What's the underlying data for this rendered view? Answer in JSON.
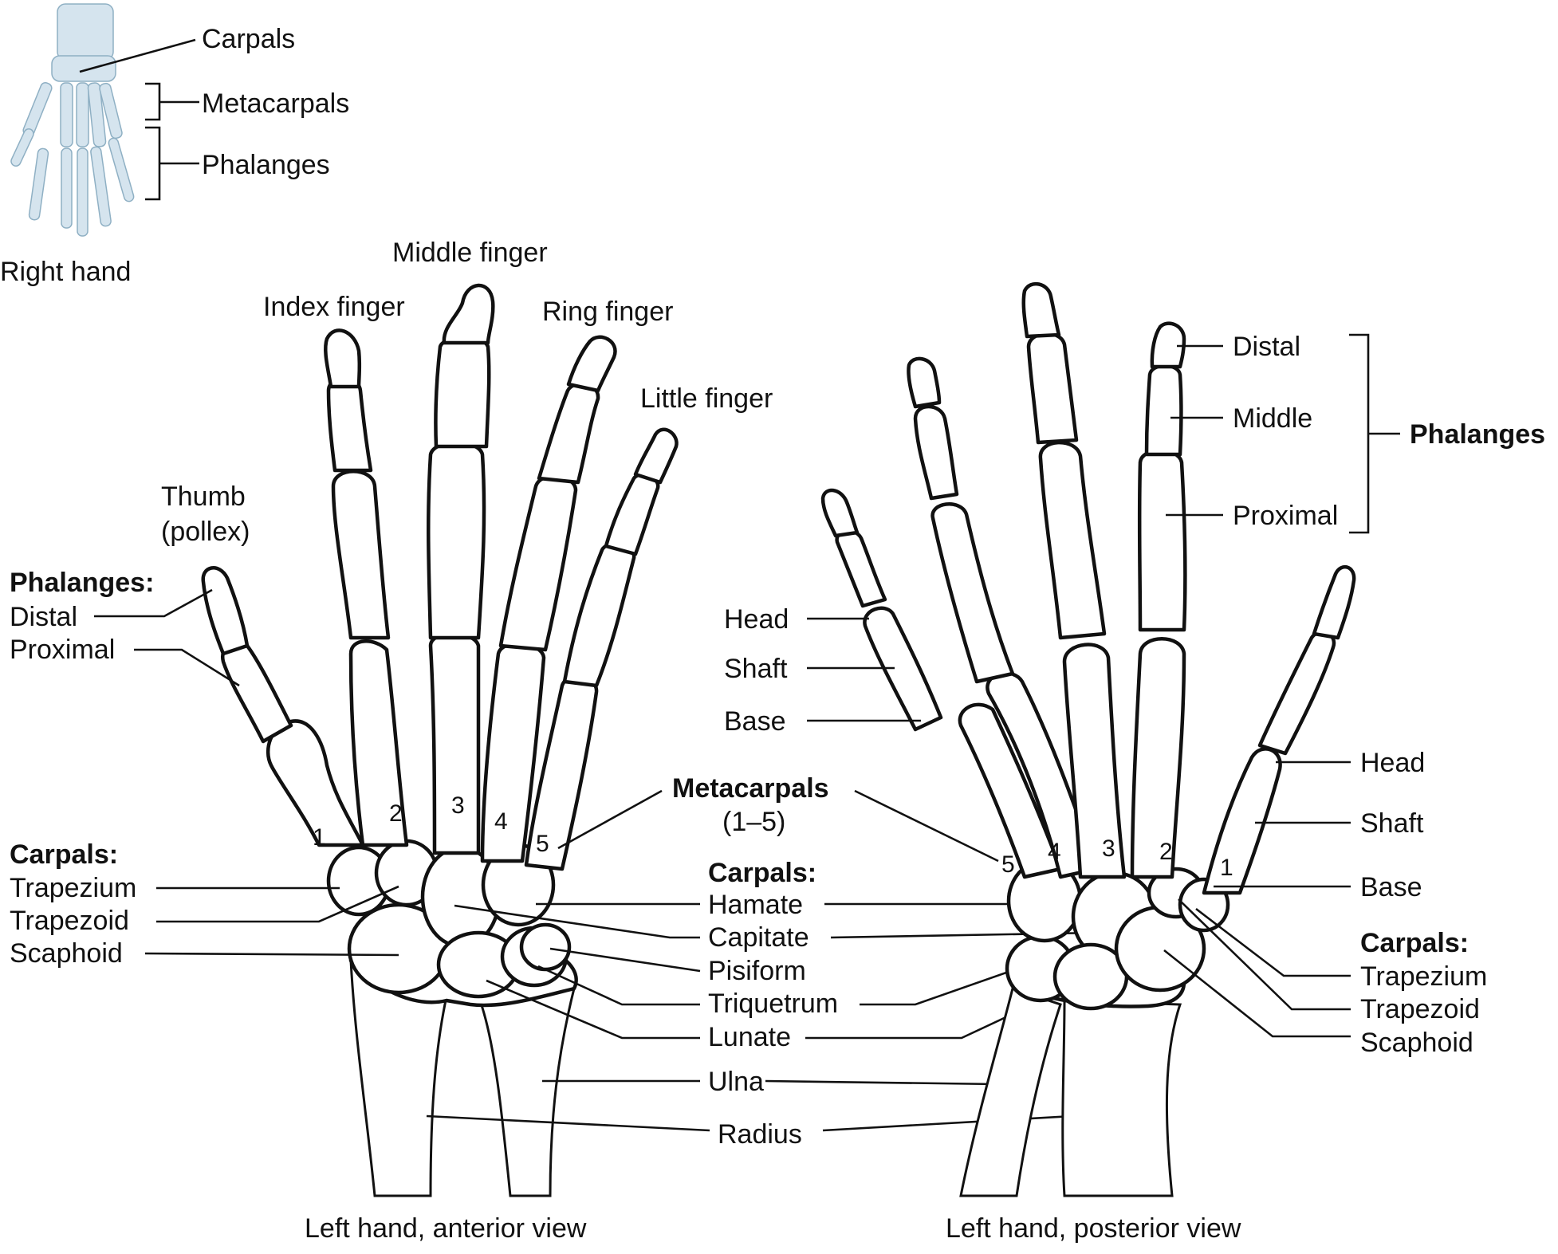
{
  "inset": {
    "caption": "Right hand",
    "labels": {
      "carpals": "Carpals",
      "metacarpals": "Metacarpals",
      "phalanges": "Phalanges"
    }
  },
  "anterior": {
    "caption": "Left hand, anterior view",
    "fingers": {
      "thumb_line1": "Thumb",
      "thumb_line2": "(pollex)",
      "index": "Index finger",
      "middle": "Middle finger",
      "ring": "Ring finger",
      "little": "Little finger"
    },
    "phalanges": {
      "title": "Phalanges:",
      "distal": "Distal",
      "proximal": "Proximal"
    },
    "carpals_left": {
      "title": "Carpals:",
      "trapezium": "Trapezium",
      "trapezoid": "Trapezoid",
      "scaphoid": "Scaphoid"
    },
    "metacarpal_numbers": [
      "1",
      "2",
      "3",
      "4",
      "5"
    ]
  },
  "center": {
    "metacarpals_title": "Metacarpals",
    "metacarpals_range": "(1–5)",
    "carpals_title": "Carpals:",
    "hamate": "Hamate",
    "capitate": "Capitate",
    "pisiform": "Pisiform",
    "triquetrum": "Triquetrum",
    "lunate": "Lunate",
    "ulna": "Ulna",
    "radius": "Radius"
  },
  "posterior": {
    "caption": "Left hand, posterior view",
    "finger_parts_left": {
      "head": "Head",
      "shaft": "Shaft",
      "base": "Base"
    },
    "phalanges": {
      "title": "Phalanges",
      "distal": "Distal",
      "middle": "Middle",
      "proximal": "Proximal"
    },
    "metacarpal_parts_right": {
      "head": "Head",
      "shaft": "Shaft",
      "base": "Base"
    },
    "carpals_right": {
      "title": "Carpals:",
      "trapezium": "Trapezium",
      "trapezoid": "Trapezoid",
      "scaphoid": "Scaphoid"
    },
    "metacarpal_numbers": [
      "5",
      "4",
      "3",
      "2",
      "1"
    ]
  },
  "colors": {
    "ink": "#111111",
    "inset_bone": "#d5e4ee",
    "background": "#ffffff"
  }
}
